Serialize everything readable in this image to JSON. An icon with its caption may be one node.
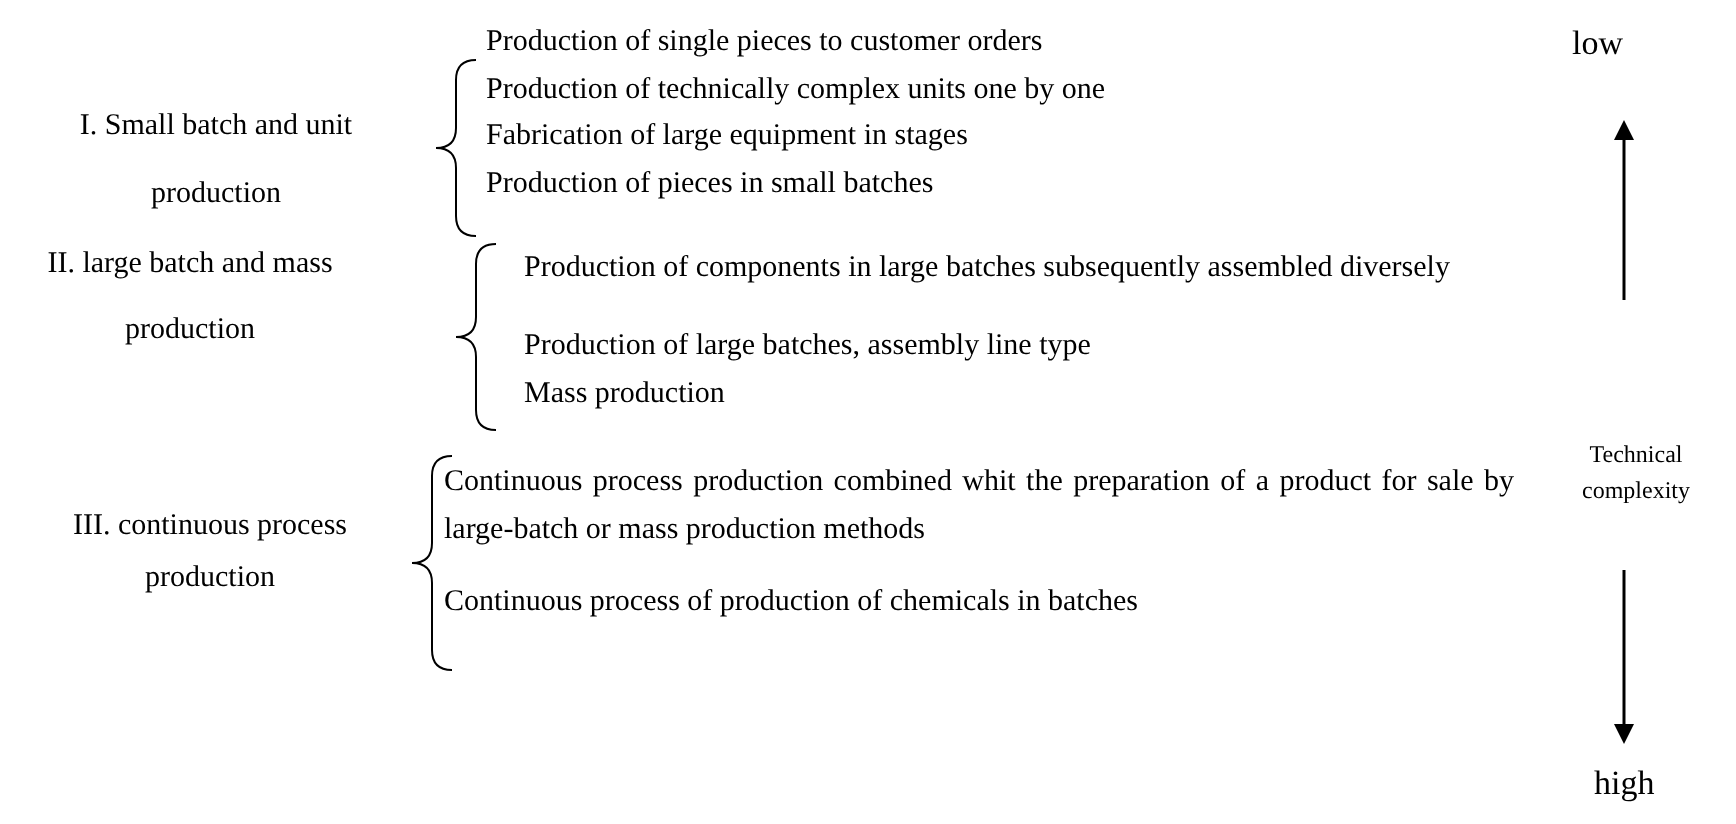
{
  "diagram": {
    "labels": [
      "low",
      "I. Small batch and unit production",
      "Production of single pieces to customer orders",
      "Production of technically complex units one by one",
      "Fabrication of large equipment in stages",
      "Production of pieces in small batches",
      "II. large batch and mass production",
      "Production of components in large batches subsequently assembled diversely",
      "Production of large batches, assembly line type",
      "Mass production",
      "Technical complexity",
      "III. continuous process production",
      "Continuous process production combined whit the preparation of a product for sale by large-batch or mass production methods",
      "Continuous process of production of chemicals in batches",
      "high"
    ]
  }
}
